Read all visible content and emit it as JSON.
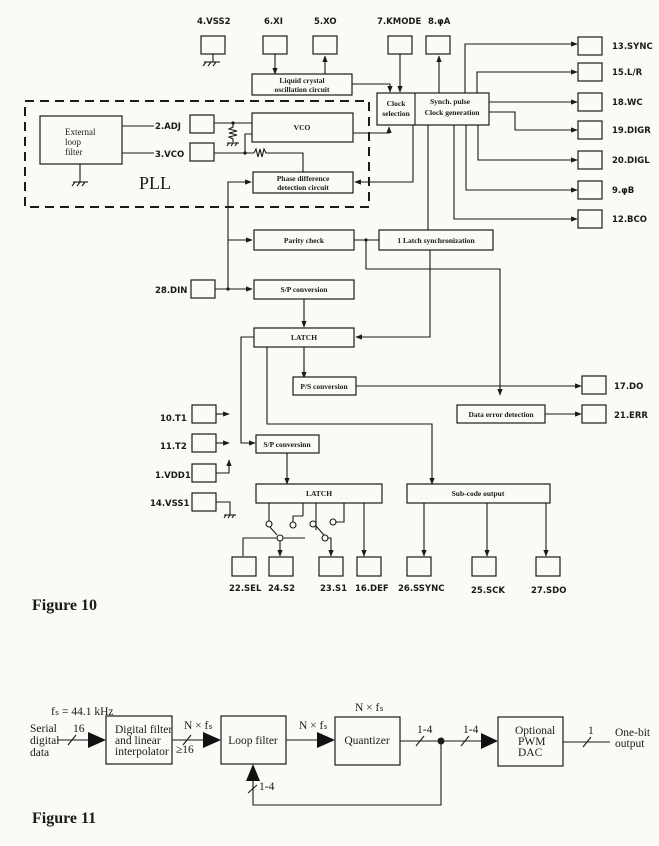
{
  "figure10": {
    "caption": "Figure 10",
    "pll_label": "PLL",
    "blocks": {
      "external_loop_filter": [
        "External",
        "loop",
        "filter"
      ],
      "lc_osc": [
        "Liquid crystal",
        "oscillation circuit"
      ],
      "vco": "VCO",
      "phase_detect": [
        "Phase difference",
        "detection circuit"
      ],
      "clock_selection": [
        "Clock",
        "selection"
      ],
      "synch_clock": [
        "Synch. pulse",
        "Clock generation"
      ],
      "parity_check": "Parity check",
      "latch_sync": "1 Latch synchronization",
      "sp_conversion_1": "S/P conversion",
      "latch_1": "LATCH",
      "ps_conversion": "P/S conversion",
      "data_error": "Data error detection",
      "sp_conversion_2": "S/P conversinn",
      "latch_2": "LATCH",
      "subcode_output": "Sub-code output"
    },
    "pins": {
      "vss2": "4.VSS2",
      "xi": "6.XI",
      "xo": "5.XO",
      "kmode": "7.KMODE",
      "phi_a": "8.φA",
      "adj": "2.ADJ",
      "vco": "3.VCO",
      "sync": "13.SYNC",
      "lr": "15.L/R",
      "wc": "18.WC",
      "digr": "19.DIGR",
      "digl": "20.DIGL",
      "phi_b": "9.φB",
      "bco": "12.BCO",
      "din": "28.DIN",
      "do": "17.DO",
      "err": "21.ERR",
      "t1": "10.T1",
      "t2": "11.T2",
      "vdd1": "1.VDD1",
      "vss1": "14.VSS1",
      "sel": "22.SEL",
      "s2": "24.S2",
      "s1": "23.S1",
      "def": "16.DEF",
      "ssync": "26.SSYNC",
      "sck": "25.SCK",
      "sdo": "27.SDO"
    }
  },
  "figure11": {
    "caption": "Figure 11",
    "fs_label": "fₛ = 44.1 kHz",
    "input_label": [
      "Serial",
      "digital",
      "data"
    ],
    "input_bits": "16",
    "blocks": {
      "digital_filter": [
        "Digital filter",
        "and linear",
        "interpolator"
      ],
      "loop_filter": "Loop filter",
      "quantizer": "Quantizer",
      "pwm_dac": [
        "Optional",
        "PWM",
        "DAC"
      ]
    },
    "rate_labels": {
      "after_filter": "N × fₛ",
      "after_filter_bits": "≥16",
      "after_loop": "N × fₛ",
      "quantizer_top": "N × fₛ"
    },
    "bus_labels": {
      "quantizer_out": "1-4",
      "to_dac": "1-4",
      "feedback": "1-4",
      "output_bits": "1"
    },
    "output_label": [
      "One-bit",
      "output"
    ]
  }
}
